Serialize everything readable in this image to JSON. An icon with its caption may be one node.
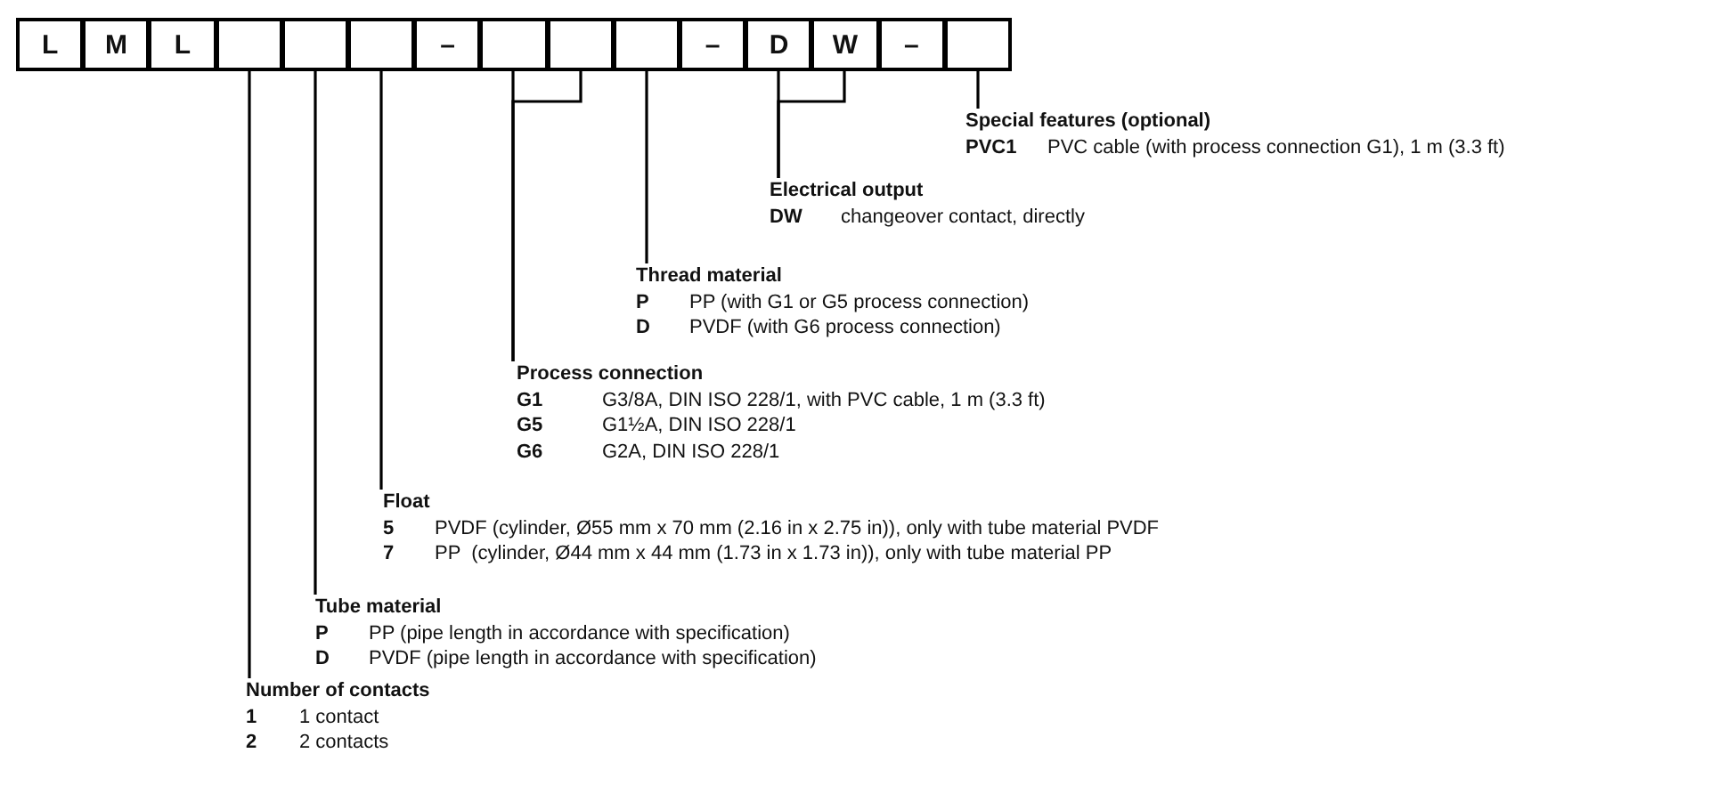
{
  "diagram": {
    "nodes": [
      {
        "text": [
          "L"
        ]
      },
      {
        "text": [
          "M"
        ]
      },
      {
        "text": [
          "L"
        ]
      },
      {
        "text": [],
        "shape": "box"
      },
      {
        "text": [],
        "shape": "box"
      },
      {
        "text": [],
        "shape": "box"
      },
      {
        "text": [
          "–"
        ]
      },
      {
        "text": [],
        "shape": "box"
      },
      {
        "text": [],
        "shape": "box"
      },
      {
        "text": [],
        "shape": "box"
      },
      {
        "text": [
          "–"
        ]
      },
      {
        "text": [
          "D"
        ]
      },
      {
        "text": [
          "W"
        ]
      },
      {
        "text": [
          "–"
        ]
      },
      {
        "text": [],
        "shape": "box"
      },
      {
        "text": [
          "Special features (optional)",
          "PVC1",
          "PVC cable (with process connection G1), 1 m (3.3 ft)"
        ]
      },
      {
        "text": [
          "Electrical output",
          "DW",
          "changeover contact, directly"
        ]
      },
      {
        "text": [
          "Thread material",
          "P",
          "PP (with G1 or G5 process connection)",
          "D",
          "PVDF (with G6 process connection)"
        ]
      },
      {
        "text": [
          "Process connection",
          "G1",
          "G3/8A, DIN ISO 228/1, with PVC cable, 1 m (3.3 ft)",
          "G5",
          "G1½A, DIN ISO 228/1",
          "G6",
          "G2A, DIN ISO 228/1"
        ]
      },
      {
        "text": [
          "Float",
          "5",
          "PVDF (cylinder, Ø55 mm x 70 mm (2.16 in x 2.75 in)), only with tube material PVDF",
          "7",
          "PP  (cylinder, Ø44 mm x 44 mm (1.73 in x 1.73 in)), only with tube material PP"
        ]
      },
      {
        "text": [
          "Tube material",
          "P",
          "PP (pipe length in accordance with specification)",
          "D",
          "PVDF (pipe length in accordance with specification)"
        ]
      },
      {
        "text": [
          "Number of contacts",
          "1",
          "1 contact",
          "2",
          "2 contacts"
        ]
      }
    ],
    "edges": [
      {
        "from": 3,
        "to": 21,
        "arrow": "none"
      },
      {
        "from": 4,
        "to": 20,
        "arrow": "none"
      },
      {
        "from": 5,
        "to": 19,
        "arrow": "none"
      },
      {
        "from": 7,
        "to": 18,
        "arrow": "none"
      },
      {
        "from": 8,
        "to": 18,
        "arrow": "none"
      },
      {
        "from": 9,
        "to": 17,
        "arrow": "none"
      },
      {
        "from": 11,
        "to": 16,
        "arrow": "none"
      },
      {
        "from": 12,
        "to": 16,
        "arrow": "none"
      },
      {
        "from": 14,
        "to": 15,
        "arrow": "none"
      }
    ]
  }
}
